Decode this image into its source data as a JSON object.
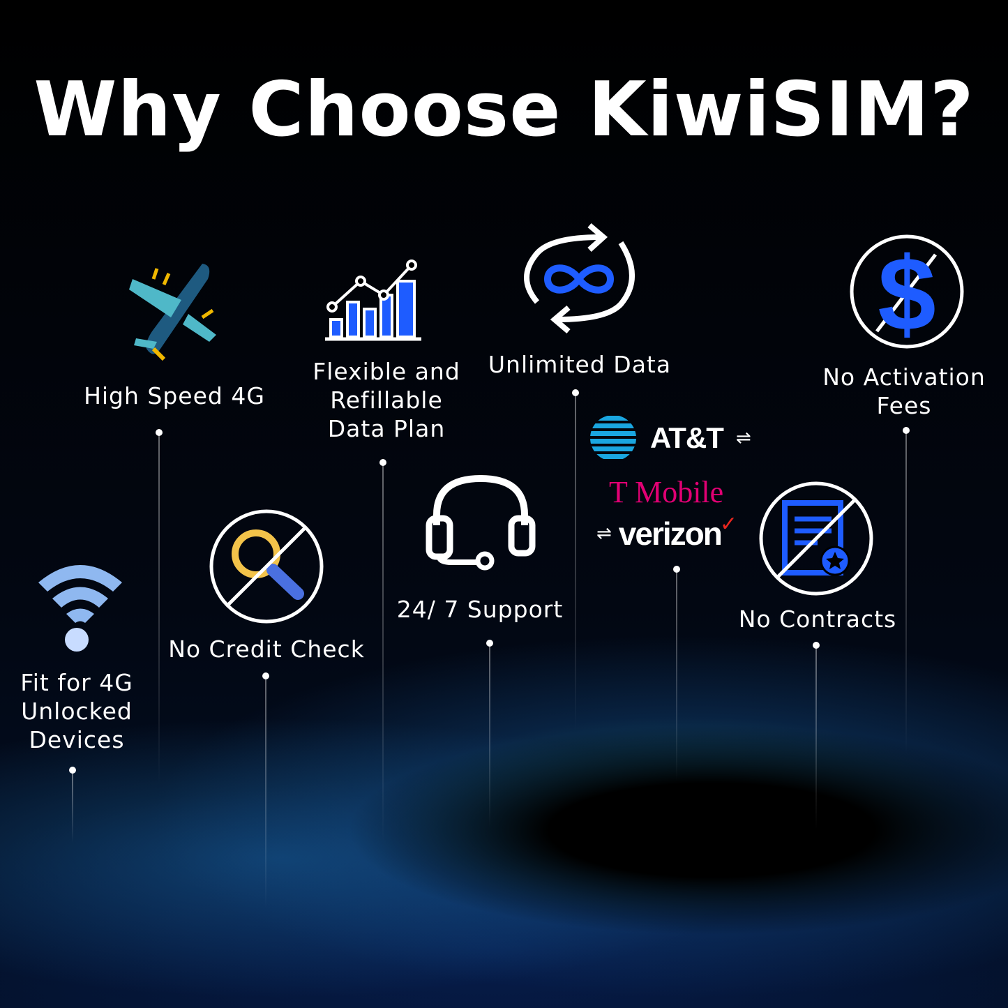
{
  "title": "Why Choose KiwiSIM?",
  "features": [
    {
      "label": [
        "Fit for 4G",
        "Unlocked",
        "Devices"
      ],
      "icon": "wifi-icon"
    },
    {
      "label": [
        "High Speed 4G"
      ],
      "icon": "airplane-icon"
    },
    {
      "label": [
        "No Credit Check"
      ],
      "icon": "no-search-icon"
    },
    {
      "label": [
        "Flexible and",
        "Refillable",
        "Data Plan"
      ],
      "icon": "growth-chart-icon"
    },
    {
      "label": [
        "24/ 7 Support"
      ],
      "icon": "headset-icon"
    },
    {
      "label": [
        "Unlimited Data"
      ],
      "icon": "infinity-refresh-icon"
    },
    {
      "label": [
        "No Contracts"
      ],
      "icon": "no-contract-icon"
    },
    {
      "label": [
        "No Activation",
        "Fees"
      ],
      "icon": "no-dollar-icon"
    }
  ],
  "carriers": {
    "att": "AT&T",
    "tmobile": "T Mobile",
    "verizon": "verizon",
    "swap": "⇌"
  },
  "colors": {
    "accent": "#1e5cff",
    "tmobile": "#e20074",
    "att": "#1aa6e0",
    "verizon_check": "#e8261f"
  }
}
